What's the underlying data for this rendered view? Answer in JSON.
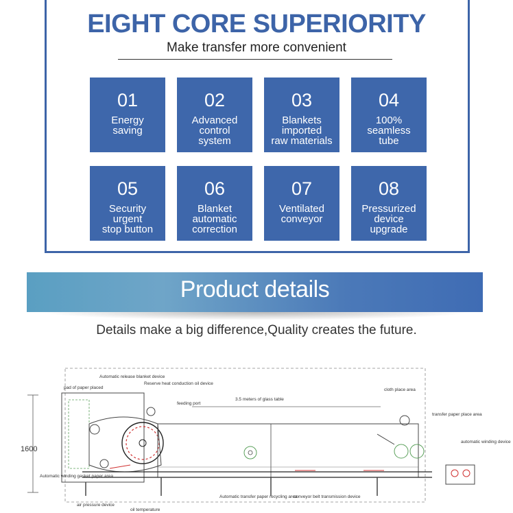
{
  "header": {
    "title": "EIGHT CORE SUPERIORITY",
    "subtitle": "Make transfer more convenient"
  },
  "features": [
    {
      "num": "01",
      "label": "Energy\nsaving"
    },
    {
      "num": "02",
      "label": "Advanced\ncontrol\nsystem"
    },
    {
      "num": "03",
      "label": "Blankets\nimported\nraw materials"
    },
    {
      "num": "04",
      "label": "100%\nseamless\ntube"
    },
    {
      "num": "05",
      "label": "Security\nurgent\nstop button"
    },
    {
      "num": "06",
      "label": "Blanket\nautomatic\ncorrection"
    },
    {
      "num": "07",
      "label": "Ventilated\nconveyor"
    },
    {
      "num": "08",
      "label": "Pressurized\ndevice\nupgrade"
    }
  ],
  "banner": {
    "title": "Product details",
    "tagline": "Details make a big difference,Quality creates the future."
  },
  "diagram": {
    "height_label": "1600",
    "labels": {
      "auto_release": "Automatic release blanket device",
      "reserve_heat": "Reserve heat conduction oil device",
      "pad_paper": "pad of paper placed",
      "feeding_port": "feeding port",
      "glass_table": "3.5 meters of glass table",
      "cloth_area": "cloth place area",
      "transfer_paper": "transfer paper place area",
      "auto_winding": "automatic winding device",
      "winding_gasket": "Automatic winding gasket paper area",
      "recycling": "Automatic transfer paper recycling area",
      "conveyor": "conveyor belt transmission device",
      "air_pressure": "air pressure device",
      "oil_temp": "oil temperature"
    }
  },
  "colors": {
    "accent": "#3d64a8",
    "card": "#3e67ab",
    "banner_start": "#5a9fc2",
    "banner_end": "#3f6cb4"
  }
}
